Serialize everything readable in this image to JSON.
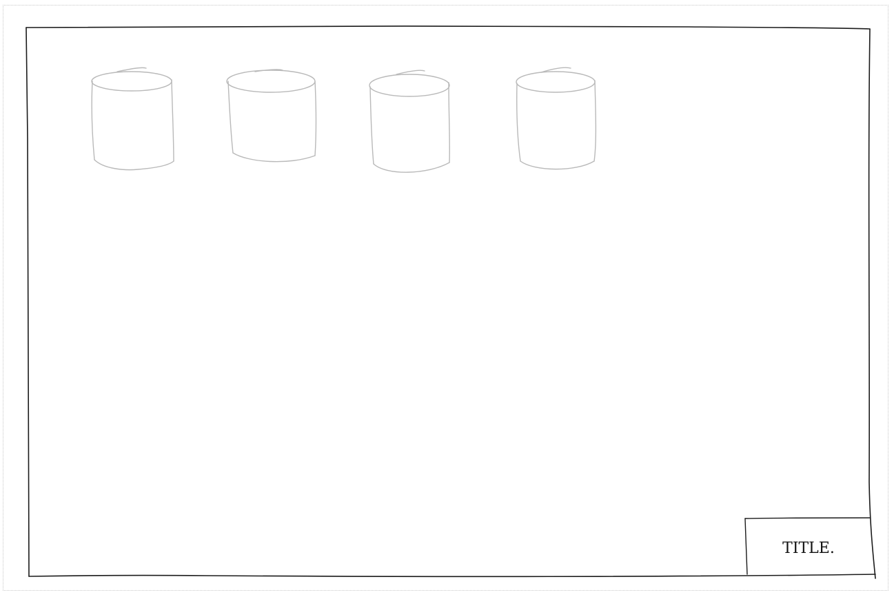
{
  "diagram": {
    "title_block": {
      "label": "TITLE."
    },
    "cylinders": [
      {
        "name": "cylinder-1"
      },
      {
        "name": "cylinder-2"
      },
      {
        "name": "cylinder-3"
      },
      {
        "name": "cylinder-4"
      }
    ],
    "colors": {
      "frame_stroke": "#1a1a1a",
      "cylinder_stroke": "#b9b9b9",
      "page_border": "#c8c8c8"
    }
  }
}
